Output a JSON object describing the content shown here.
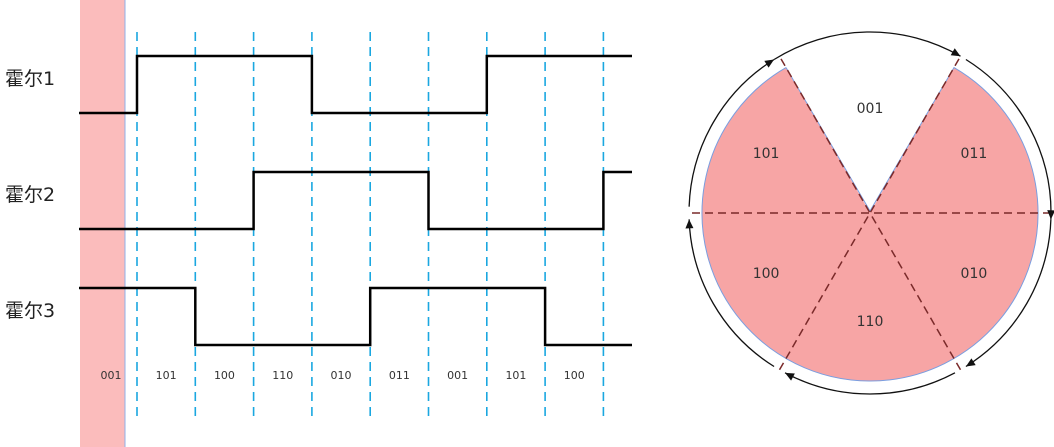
{
  "waveform": {
    "signals": [
      {
        "label": "霍尔1",
        "levels": [
          0,
          1,
          1,
          1,
          0,
          0,
          0,
          1,
          1,
          1
        ]
      },
      {
        "label": "霍尔2",
        "levels": [
          0,
          0,
          0,
          1,
          1,
          1,
          0,
          0,
          0,
          1
        ]
      },
      {
        "label": "霍尔3",
        "levels": [
          1,
          1,
          0,
          0,
          0,
          1,
          1,
          1,
          0,
          0
        ]
      }
    ],
    "states": [
      "001",
      "101",
      "100",
      "110",
      "010",
      "011",
      "001",
      "101",
      "100"
    ],
    "highlighted_state_index": 0
  },
  "sector_diagram": {
    "sectors": [
      {
        "label": "001",
        "highlighted": false
      },
      {
        "label": "011",
        "highlighted": true
      },
      {
        "label": "010",
        "highlighted": true
      },
      {
        "label": "110",
        "highlighted": true
      },
      {
        "label": "100",
        "highlighted": true
      },
      {
        "label": "101",
        "highlighted": true
      }
    ]
  },
  "colors": {
    "highlight": "#f7a5a5",
    "stripe": "#fbbcbc",
    "grid": "#1aa7e0",
    "signal": "#000000"
  }
}
